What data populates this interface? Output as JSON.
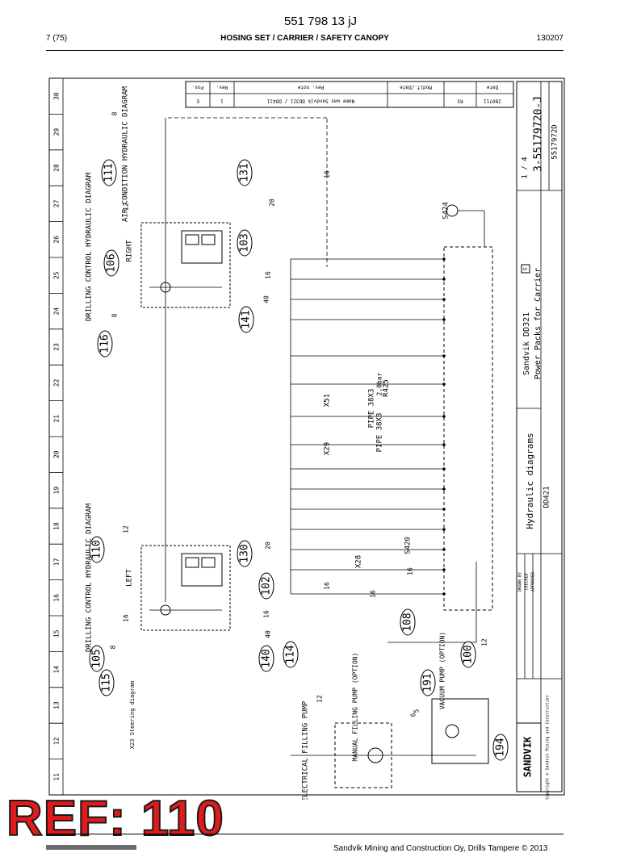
{
  "header": {
    "title": "551 798 13 jJ",
    "page": "7 (75)",
    "section": "HOSING SET / CARRIER / SAFETY CANOPY",
    "code": "130207"
  },
  "diagram": {
    "columns": [
      "11",
      "12",
      "13",
      "14",
      "15",
      "16",
      "17",
      "18",
      "19",
      "20",
      "21",
      "22",
      "23",
      "24",
      "25",
      "26",
      "27",
      "28",
      "29",
      "30"
    ],
    "titleblock": {
      "title": "Hydraulic diagrams",
      "product": "Sandvik DD321",
      "subtitle": "Power Packs for Carrier",
      "sheet": "1 / 4",
      "drawing_no": "3-55179720-J",
      "replaces": "5517972D",
      "model": "DD421",
      "brand": "SANDVIK",
      "copyright": "Copyright © Sandvik Mining and Construction",
      "rev_note": "Name was Sandvik DD321 / DD411",
      "rev_table_heads": [
        "Pos.",
        "Rev.",
        "Rev. note",
        "Modif./Date",
        "Date"
      ],
      "rev_row": [
        "1",
        "E",
        "280711",
        "RS"
      ],
      "role_rows": [
        "DRAWN BY",
        "CHECKED",
        "APPROVED"
      ]
    },
    "labels": {
      "air_condition": "AIR CONDITION HYDRAULIC DIAGRAM",
      "drill_right": "DRILLING CONTROL HYDRAULIC DIAGRAM",
      "drill_left": "DRILLING CONTROL HYDRAULIC DIAGRAM",
      "right": "RIGHT",
      "left": "LEFT",
      "steering": "X23 Steering diagram",
      "electrical_pump": "ELECTRICAL FILLING PUMP",
      "manual_pump": "MANUAL FILLING PUMP (OPTION)",
      "vacuum_pump": "VACUUM PUMP (OPTION)",
      "pipe1": "PIPE 38X3",
      "pipe2": "PIPE 38X3",
      "x51": "X51",
      "x29": "X29",
      "x28": "X28",
      "r425": "R425",
      "bar": "2,0bar",
      "s424": "S424",
      "s420": "S420"
    },
    "callouts": [
      "111",
      "131",
      "106",
      "103",
      "116",
      "141",
      "110",
      "130",
      "102",
      "105",
      "140",
      "114",
      "115",
      "108",
      "100",
      "191",
      "194"
    ],
    "numbers": [
      "8",
      "12",
      "20",
      "16",
      "16",
      "40",
      "8",
      "12",
      "20",
      "16",
      "16",
      "40",
      "8",
      "12",
      "16",
      "5",
      "6",
      "12",
      "16",
      "16"
    ]
  },
  "ref": "REF: 110",
  "footer": {
    "text": "Sandvik Mining and Construction Oy, Drills Tampere © 2013"
  }
}
